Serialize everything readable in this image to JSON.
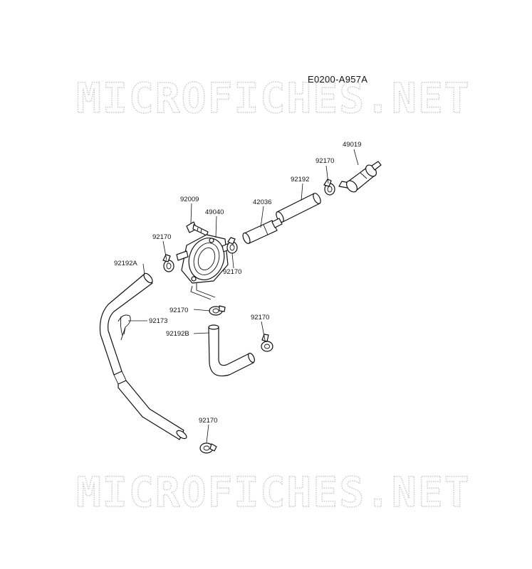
{
  "diagram_code": "E0200-A957A",
  "watermark_text": "MICROFICHES.NET",
  "parts": {
    "p49019": "49019",
    "p92170_top": "92170",
    "p92192": "92192",
    "p42036": "42036",
    "p92009": "92009",
    "p49040": "49040",
    "p92170_left": "92170",
    "p92170_mid": "92170",
    "p92192A": "92192A",
    "p92170_lower": "92170",
    "p92173": "92173",
    "p92170_right": "92170",
    "p92192B": "92192B",
    "p92170_bottom": "92170"
  },
  "colors": {
    "line": "#111111",
    "watermark": "#c9c9c9",
    "background": "#ffffff"
  }
}
